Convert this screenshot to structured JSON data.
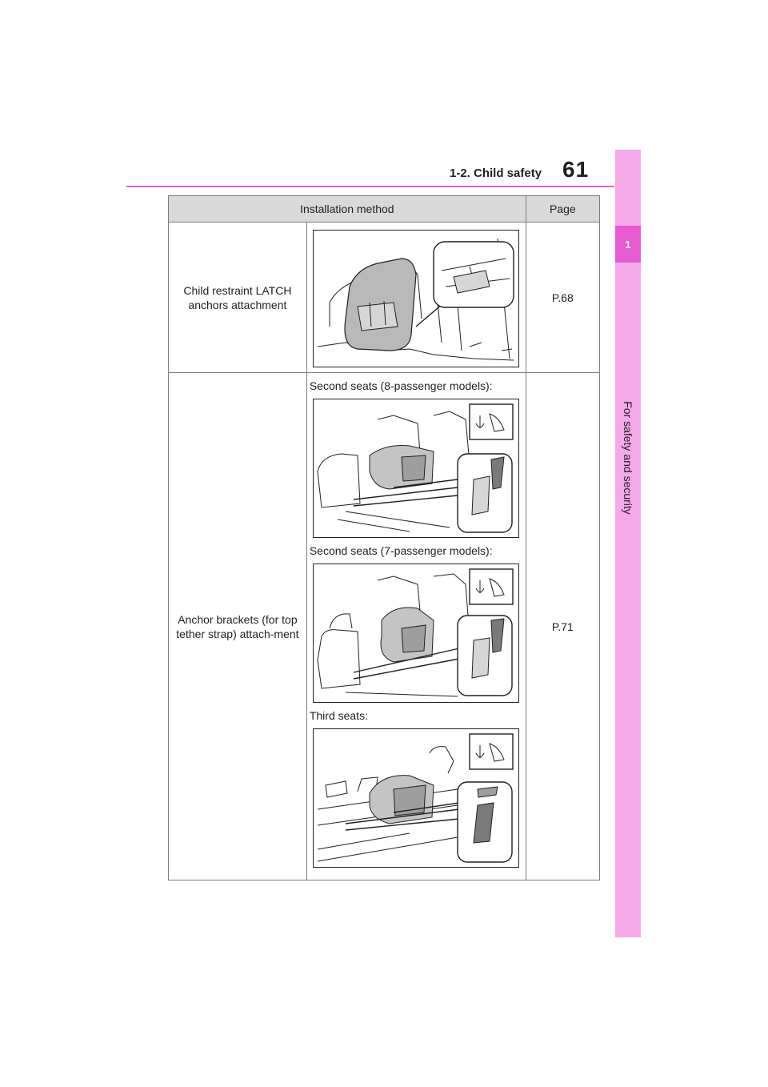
{
  "header": {
    "section_title": "1-2. Child safety",
    "page_number": "61"
  },
  "side_tab": {
    "chapter_number": "1",
    "chapter_title": "For safety and security"
  },
  "table": {
    "headers": [
      "Installation method",
      "Page"
    ],
    "rows": [
      {
        "method": "Child restraint LATCH anchors attachment",
        "page": "P.68"
      },
      {
        "method": "Anchor brackets (for top tether strap) attach-ment",
        "page": "P.71",
        "captions": [
          "Second seats (8-passenger models):",
          "Second seats (7-passenger models):",
          "Third seats:"
        ]
      }
    ]
  },
  "colors": {
    "accent": "#e85bd3",
    "side_tab": "#f4a9e9",
    "header_fill": "#d9d9d9"
  }
}
